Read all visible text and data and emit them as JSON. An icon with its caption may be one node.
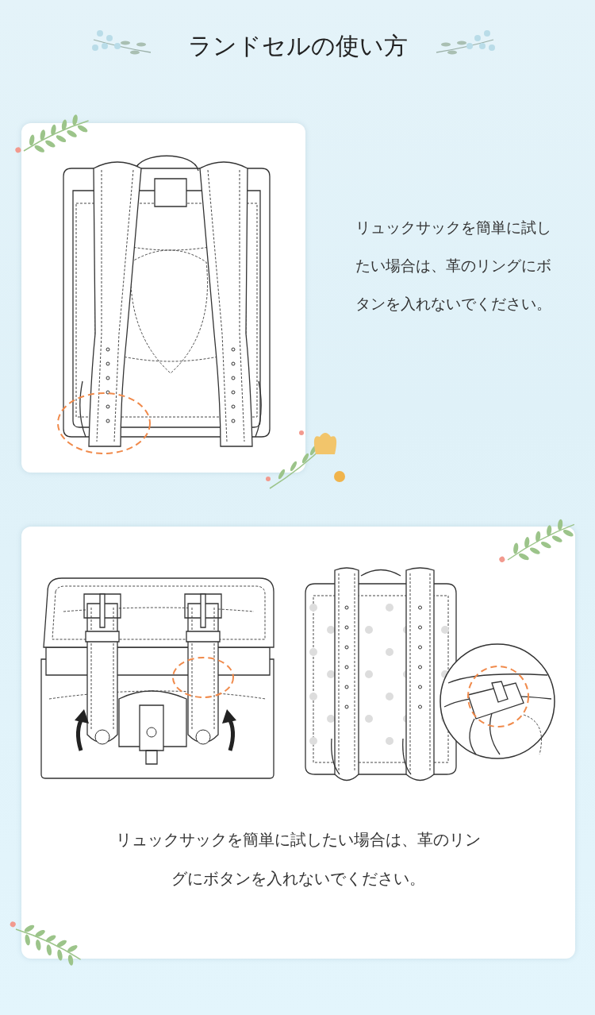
{
  "diagram": {
    "title": "ランドセルの使い方",
    "nodes": [
      {
        "text": [],
        "shape": "box",
        "beside": [
          "リュックサックを簡単に試したい場合は、革のリングにボタンを入れないでください。"
        ]
      },
      {
        "text": [
          "リュックサックを簡単に試したい場合は、革のリングにボタンを入れないでください。"
        ]
      }
    ],
    "edges": []
  }
}
